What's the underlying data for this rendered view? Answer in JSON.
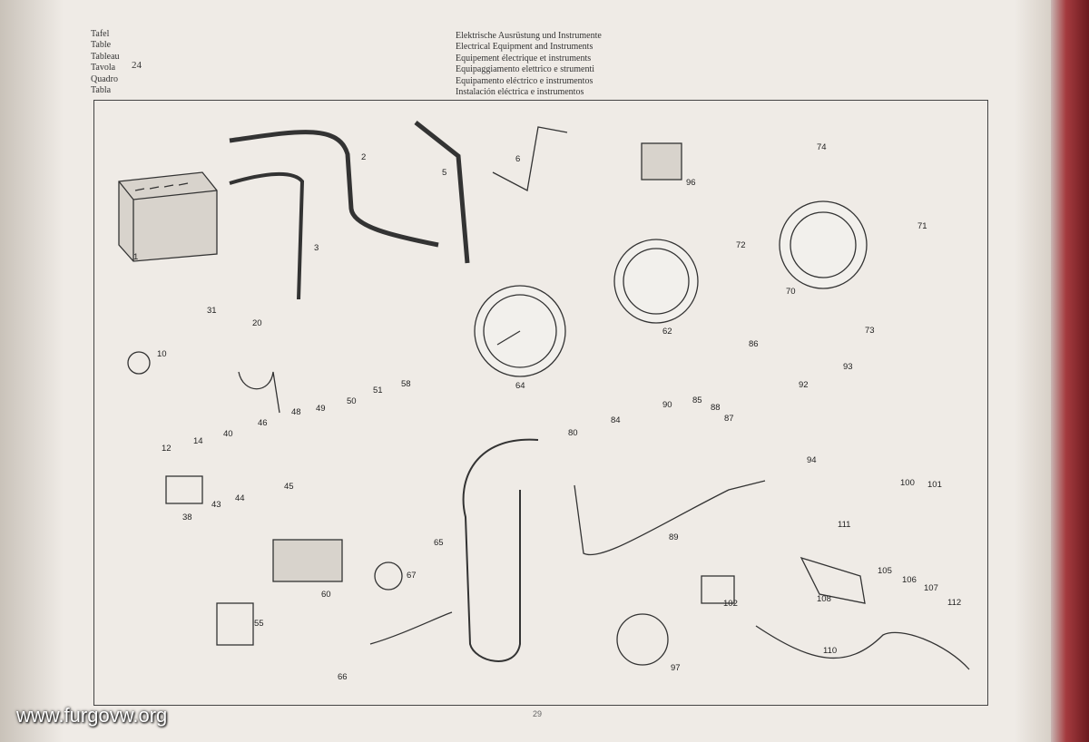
{
  "header": {
    "labels": [
      "Tafel",
      "Table",
      "Tableau",
      "Tavola",
      "Quadro",
      "Tabla"
    ],
    "tafel_number": "24",
    "titles": [
      "Elektrische Ausrüstung und Instrumente",
      "Electrical Equipment and Instruments",
      "Equipement électrique et instruments",
      "Equipaggiamento elettrico e strumenti",
      "Equipamento eléctrico e instrumentos",
      "Instalación eléctrica e instrumentos"
    ]
  },
  "callouts": {
    "c1": "1",
    "c2": "2",
    "c3": "3",
    "c5": "5",
    "c6": "6",
    "c10": "10",
    "c12": "12",
    "c14": "14",
    "c20": "20",
    "c31": "31",
    "c38": "38",
    "c40": "40",
    "c43": "43",
    "c44": "44",
    "c45": "45",
    "c46": "46",
    "c48": "48",
    "c49": "49",
    "c50": "50",
    "c51": "51",
    "c55": "55",
    "c58": "58",
    "c60": "60",
    "c62": "62",
    "c64": "64",
    "c65": "65",
    "c66": "66",
    "c67": "67",
    "c70": "70",
    "c71": "71",
    "c72": "72",
    "c73": "73",
    "c74": "74",
    "c80": "80",
    "c84": "84",
    "c85": "85",
    "c86": "86",
    "c87": "87",
    "c88": "88",
    "c89": "89",
    "c90": "90",
    "c92": "92",
    "c93": "93",
    "c94": "94",
    "c96": "96",
    "c97": "97",
    "c100": "100",
    "c101": "101",
    "c102": "102",
    "c105": "105",
    "c106": "106",
    "c107": "107",
    "c108": "108",
    "c110": "110",
    "c111": "111",
    "c112": "112"
  },
  "page_number": "29",
  "watermark": "www.furgovw.org"
}
